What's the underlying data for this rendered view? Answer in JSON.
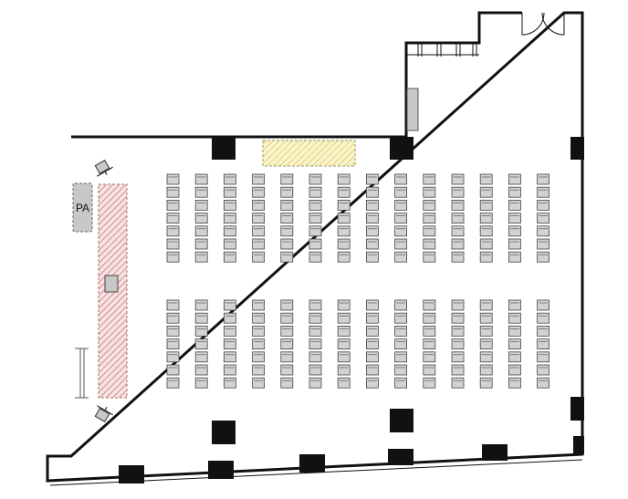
{
  "labels": {
    "pa": "PA"
  },
  "seating": {
    "columns": 14,
    "blocks": [
      {
        "name": "front-block",
        "rows": 7
      },
      {
        "name": "rear-block",
        "rows": 7
      }
    ]
  },
  "colors": {
    "wall": "#111111",
    "pillar": "#111111",
    "chair_fill": "#d2d2d2",
    "chair_stroke": "#444444",
    "stage_hatch": "#d88a8a",
    "screen_hatch": "#e3d46a",
    "pa_fill": "#c8c8c8"
  },
  "icons": [
    "lectern-icon",
    "spotlight-icon",
    "door-swing-icon",
    "window-icon"
  ]
}
